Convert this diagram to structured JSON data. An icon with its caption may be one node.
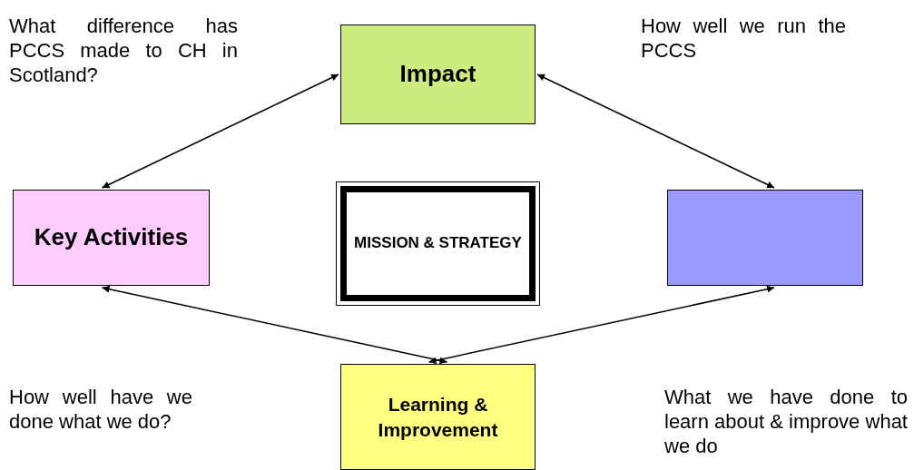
{
  "diagram": {
    "nodes": [
      {
        "text": [
          "Impact"
        ]
      },
      {
        "text": [
          "Key Activities"
        ]
      },
      {
        "text": [
          "MISSION & STRATEGY"
        ]
      },
      {
        "text": [],
        "shape": "box"
      },
      {
        "text": [
          "Learning & Improvement"
        ]
      }
    ],
    "edges": [
      {
        "from": 0,
        "to": 1,
        "arrow": "both"
      },
      {
        "from": 0,
        "to": 3,
        "arrow": "both"
      },
      {
        "from": 1,
        "to": 4,
        "arrow": "both"
      },
      {
        "from": 3,
        "to": 4,
        "arrow": "both"
      }
    ],
    "labels": [
      "What difference has PCCS made to CH in Scotland?",
      "How well we run the PCCS",
      "How well have we done what we do?",
      "What we have done to learn about & improve what we do"
    ]
  }
}
